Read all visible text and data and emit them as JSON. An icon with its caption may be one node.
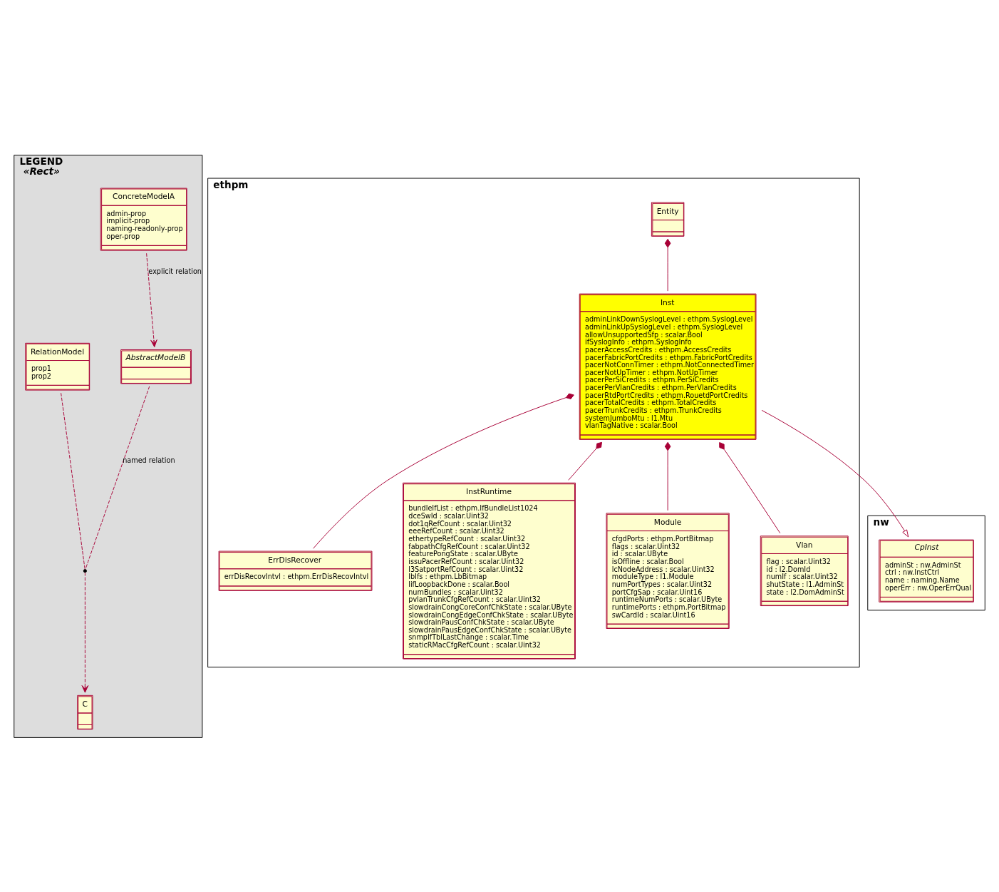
{
  "diagram": {
    "nodes": [
      {
        "text": [
          "LEGEND",
          "«Rect»"
        ]
      },
      {
        "text": [
          "ConcreteModelA",
          "admin-prop",
          "implicit-prop",
          "naming-readonly-prop",
          "oper-prop"
        ],
        "in": 0
      },
      {
        "text": [
          "AbstractModelB"
        ],
        "in": 0
      },
      {
        "text": [],
        "shape": "circle",
        "in": 0
      },
      {
        "text": [
          "RelationModel",
          "prop1",
          "prop2"
        ],
        "in": 0
      },
      {
        "text": [
          "C"
        ],
        "in": 0
      },
      {
        "text": [
          "ethpm"
        ]
      },
      {
        "text": [
          "Entity"
        ],
        "in": 6
      },
      {
        "text": [
          "Inst",
          "adminLinkDownSyslogLevel : ethpm.SyslogLevel",
          "adminLinkUpSyslogLevel : ethpm.SyslogLevel",
          "allowUnsupportedSfp : scalar.Bool",
          "ifSyslogInfo : ethpm.SyslogInfo",
          "pacerAccessCredits : ethpm.AccessCredits",
          "pacerFabricPortCredits : ethpm.FabricPortCredits",
          "pacerNotConnTimer : ethpm.NotConnectedTimer",
          "pacerNotUpTimer : ethpm.NotUpTimer",
          "pacerPerSiCredits : ethpm.PerSiCredits",
          "pacerPerVlanCredits : ethpm.PerVlanCredits",
          "pacerRtdPortCredits : ethpm.RouetdPortCredits",
          "pacerTotalCredits : ethpm.TotalCredits",
          "pacerTrunkCredits : ethpm.TrunkCredits",
          "systemJumboMtu : l1.Mtu",
          "vlanTagNative : scalar.Bool"
        ],
        "in": 6
      },
      {
        "text": [
          "ErrDisRecover",
          "errDisRecovIntvl : ethpm.ErrDisRecovIntvl"
        ],
        "in": 6
      },
      {
        "text": [
          "InstRuntime",
          "bundleIfList : ethpm.IfBundleList1024",
          "dceSwId : scalar.Uint32",
          "dot1qRefCount : scalar.Uint32",
          "eeeRefCount : scalar.Uint32",
          "ethertypeRefCount : scalar.Uint32",
          "fabpathCfgRefCount : scalar.Uint32",
          "featurePongState : scalar.UByte",
          "issuPacerRefCount : scalar.Uint32",
          "l3SatportRefCount : scalar.Uint32",
          "lbIfs : ethpm.LbBitmap",
          "lifLoopbackDone : scalar.Bool",
          "numBundles : scalar.Uint32",
          "pvlanTrunkCfgRefCount : scalar.Uint32",
          "slowdrainCongCoreConfChkState : scalar.UByte",
          "slowdrainCongEdgeConfChkState : scalar.UByte",
          "slowdrainPausConfChkState : scalar.UByte",
          "slowdrainPausEdgeConfChkState : scalar.UByte",
          "snmpIfTblLastChange : scalar.Time",
          "staticRMacCfgRefCount : scalar.Uint32"
        ],
        "in": 6
      },
      {
        "text": [
          "Module",
          "cfgdPorts : ethpm.PortBitmap",
          "flags : scalar.Uint32",
          "id : scalar.UByte",
          "isOffline : scalar.Bool",
          "lcNodeAddress : scalar.Uint32",
          "moduleType : l1.Module",
          "numPortTypes : scalar.Uint32",
          "portCfgSap : scalar.Uint16",
          "runtimeNumPorts : scalar.UByte",
          "runtimePorts : ethpm.PortBitmap",
          "swCardId : scalar.Uint16"
        ],
        "in": 6
      },
      {
        "text": [
          "Vlan",
          "flag : scalar.Uint32",
          "id : l2.DomId",
          "numIf : scalar.Uint32",
          "shutState : l1.AdminSt",
          "state : l2.DomAdminSt"
        ],
        "in": 6
      },
      {
        "text": [
          "nw"
        ]
      },
      {
        "text": [
          "CpInst",
          "adminSt : nw.AdminSt",
          "ctrl : nw.InstCtrl",
          "name : naming.Name",
          "operErr : nw.OperErrQual"
        ],
        "in": 13
      }
    ],
    "edges": [
      {
        "from": 1,
        "to": 2,
        "arrow": "to",
        "style": "dashed",
        "label": "explicit relation"
      },
      {
        "from": 2,
        "to": 3,
        "arrow": "none",
        "style": "dashed",
        "label": "named relation"
      },
      {
        "from": 3,
        "to": 5,
        "arrow": "to",
        "style": "dashed"
      },
      {
        "from": 4,
        "to": 3,
        "arrow": "none",
        "style": "dashed"
      },
      {
        "from": 7,
        "to": 8,
        "arrow": "other"
      },
      {
        "from": 8,
        "to": 14,
        "arrow": "to"
      },
      {
        "from": 8,
        "to": 9,
        "arrow": "other"
      },
      {
        "from": 8,
        "to": 10,
        "arrow": "other"
      },
      {
        "from": 8,
        "to": 11,
        "arrow": "other"
      },
      {
        "from": 8,
        "to": 12,
        "arrow": "other"
      }
    ]
  }
}
